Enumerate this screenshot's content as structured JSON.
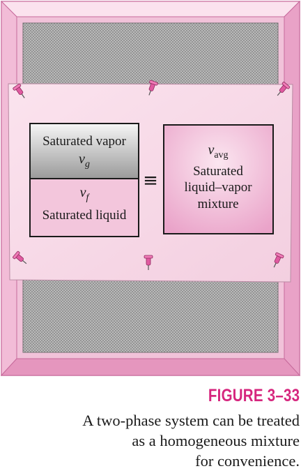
{
  "colors": {
    "frame_outer": "#f4c6de",
    "frame_inner": "#eaa3c9",
    "frame_edge": "#d77aab",
    "screen_bg": "#bdbdbd",
    "screen_mesh": "#8f8f8f",
    "paper": "#f8dbe9",
    "box_fill": "#f3c6dc",
    "vapor_fill_top": "#f4f4f4",
    "vapor_fill_bottom": "#9e9e9e",
    "pin": "#e05aa0",
    "caption_accent": "#d6267e",
    "text": "#1a1a1a"
  },
  "left_box": {
    "vapor_label": "Saturated vapor",
    "vapor_symbol": "v",
    "vapor_subscript": "g",
    "liquid_symbol": "v",
    "liquid_subscript": "f",
    "liquid_label": "Saturated liquid"
  },
  "equivalence_symbol": "≡",
  "right_box": {
    "symbol": "v",
    "subscript": "avg",
    "line1": "Saturated",
    "line2": "liquid–vapor",
    "line3": "mixture"
  },
  "caption": {
    "figure_number": "FIGURE 3–33",
    "lines": [
      "A two-phase system can be treated",
      "as a homogeneous mixture",
      "for convenience."
    ]
  }
}
